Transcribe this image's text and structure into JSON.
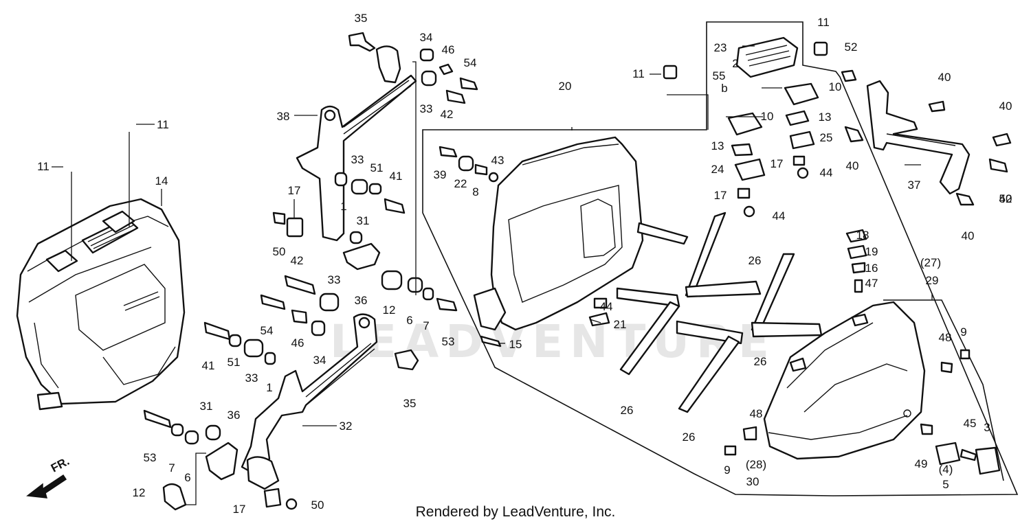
{
  "diagram": {
    "watermark": "LEADVENTURE",
    "direction_label": "FR.",
    "footer": "Rendered by LeadVenture, Inc.",
    "callouts": [
      "35",
      "34",
      "46",
      "54",
      "33",
      "42",
      "38",
      "33",
      "51",
      "41",
      "1",
      "17",
      "50",
      "31",
      "36",
      "42",
      "33",
      "54",
      "12",
      "6",
      "7",
      "53",
      "41",
      "51",
      "33",
      "1",
      "46",
      "34",
      "35",
      "31",
      "36",
      "32",
      "53",
      "7",
      "6",
      "12",
      "17",
      "50",
      "11",
      "11",
      "14",
      "20",
      "11",
      "23",
      "2",
      "55",
      "b",
      "11",
      "52",
      "10",
      "10",
      "13",
      "13",
      "25",
      "24",
      "17",
      "44",
      "17",
      "44",
      "39",
      "22",
      "8",
      "43",
      "40",
      "40",
      "40",
      "37",
      "40",
      "40",
      "52",
      "18",
      "19",
      "16",
      "47",
      "(27)",
      "29",
      "26",
      "26",
      "44",
      "21",
      "15",
      "26",
      "26",
      "48",
      "9",
      "48",
      "9",
      "(28)",
      "30",
      "49",
      "45",
      "3",
      "(4)",
      "5"
    ]
  }
}
